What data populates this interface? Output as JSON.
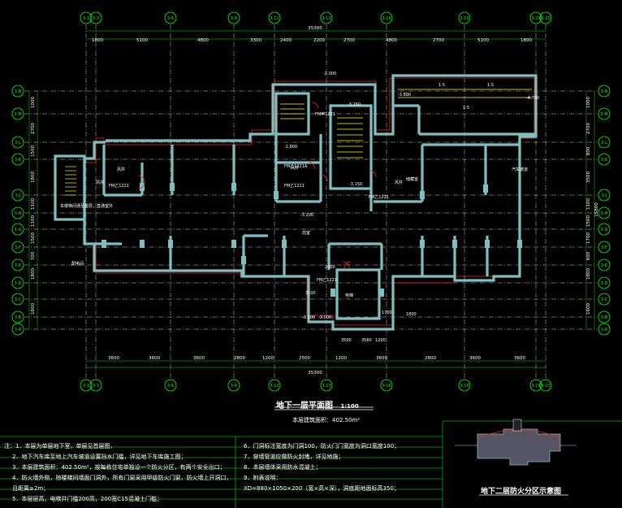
{
  "drawing": {
    "plan_title": "地下一层平面图",
    "plan_scale": "1:100",
    "area_note": "本层建筑面积：402.50m²",
    "inset_title": "地下二层防火分区示意图",
    "top_total": "35300",
    "bottom_total": "35300",
    "top_dims": [
      "1800",
      "5100",
      "4800",
      "3300",
      "2400",
      "2200",
      "2700",
      "4800",
      "2700",
      "5100",
      "1800"
    ],
    "bottom_dims": [
      "3600",
      "3600",
      "3600",
      "2800",
      "1200",
      "2500",
      "1200",
      "3600",
      "2800",
      "3600",
      "3600"
    ],
    "top_axes": [
      "3-1",
      "3-3",
      "3-6",
      "3-8",
      "3-11",
      "3-13",
      "3-16",
      "3-19",
      "3-21",
      "3-23"
    ],
    "bottom_axes": [
      "3-1",
      "3-3",
      "3-6",
      "3-8",
      "3-11",
      "3-13",
      "3-16",
      "3-19",
      "3-21",
      "3-23"
    ],
    "left_axes": [
      "3-N",
      "3-M",
      "3-L",
      "3-K",
      "3-J",
      "3-H",
      "3-G",
      "3-F",
      "3-E",
      "3-D",
      "3-C",
      "3-B",
      "3-A"
    ],
    "right_axes": [
      "3-N",
      "3-M",
      "3-L",
      "3-K",
      "3-J",
      "3-H",
      "3-G",
      "3-F",
      "3-E",
      "3-D",
      "3-C",
      "3-B",
      "3-A"
    ],
    "left_dims": [
      "1000",
      "2700",
      "1500",
      "1800",
      "1100",
      "1100",
      "1500",
      "700",
      "1800",
      "1600"
    ],
    "right_dims": [
      "1000",
      "2700",
      "800",
      "3500",
      "1100",
      "1500",
      "1700",
      "600",
      "1800",
      "1600"
    ],
    "right_total": "15800",
    "elevations": [
      "-2.000",
      "-3.150",
      "-1.800",
      "-3.150",
      "-3.200",
      "-3.000",
      "-3.000",
      "-3.800",
      "-4.700"
    ],
    "door_tags": [
      "FM乙1221",
      "FM甲1221",
      "FM乙1221A",
      "FM乙1221",
      "FM乙1221",
      "FM乙1221"
    ],
    "room_labels": [
      "风井",
      "风井",
      "风井",
      "风井",
      "前室",
      "电梯",
      "储藏室",
      "汽车坡道",
      "配电间"
    ],
    "misc_texts": [
      "1:5",
      "1:5",
      "1:5",
      "本楼梯间通至首层，直通室外",
      "3560",
      "3500",
      "1200",
      "2000",
      "1800",
      "1700",
      "3100"
    ]
  },
  "notes": {
    "left": [
      "注：1．本层为单层地下室，单层见首层图，",
      "2．地下汽车库至地上汽车坡道设置挡水门槛，详见地下车库施工图；",
      "3．本层建筑面积：402.50m²，按每栋住宅单独设一个防火分区，有两个安全出口；",
      "4．防火墙外侧，除楼梯间墙面门洞外，所有门窗采用甲级防火门窗，防火墙上开洞口，",
      "   且距离≥2m；",
      "5．本层层高，电梯井门槛200高，200宽C15混凝土门槛；"
    ],
    "right": [
      "6．门洞标注宽度为门洞100，防火门门宽度为洞口宽度100；",
      "7．穿墙管道应做防火封堵，详见地施；",
      "8．本层墙体采用防水混凝土；",
      "9．附表说明：",
      "XD=880×1050×200（宽×高×深），洞底距地面标高350；"
    ]
  },
  "colors": {
    "wall": "#7fbfbf",
    "grid": "#ffffff",
    "dim": "#00dd00",
    "axis": "#00ff00",
    "fire": "#ff2020",
    "stair": "#ffff00",
    "frame": "#00cc00"
  }
}
